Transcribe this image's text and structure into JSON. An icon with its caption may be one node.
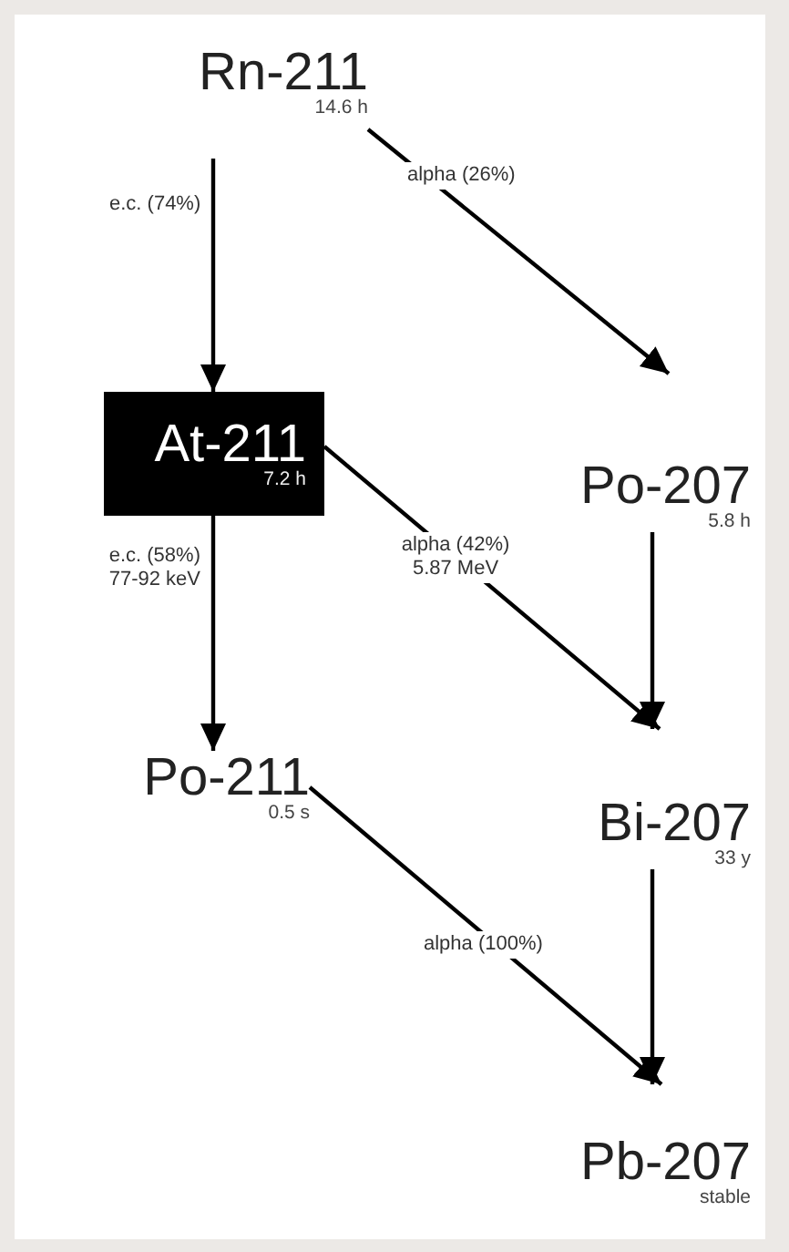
{
  "diagram": {
    "nodes": [
      {
        "text": [
          "Rn-211",
          "14.6 h"
        ]
      },
      {
        "text": [
          "At-211",
          "7.2 h"
        ]
      },
      {
        "text": [
          "Po-207",
          "5.8 h"
        ]
      },
      {
        "text": [
          "Po-211",
          "0.5 s"
        ]
      },
      {
        "text": [
          "Bi-207",
          "33 y"
        ]
      },
      {
        "text": [
          "Pb-207",
          "stable"
        ]
      }
    ],
    "edges": [
      {
        "from": 0,
        "to": 1,
        "arrow": "to",
        "label": "e.c. (74%)"
      },
      {
        "from": 0,
        "to": 2,
        "arrow": "to",
        "label": "alpha (26%)"
      },
      {
        "from": 1,
        "to": 3,
        "arrow": "to",
        "label": "e.c. (58%) 77-92 keV"
      },
      {
        "from": 1,
        "to": 4,
        "arrow": "to",
        "label": "alpha (42%) 5.87 MeV"
      },
      {
        "from": 2,
        "to": 4,
        "arrow": "to"
      },
      {
        "from": 3,
        "to": 5,
        "arrow": "to",
        "label": "alpha (100%)"
      },
      {
        "from": 4,
        "to": 5,
        "arrow": "to"
      }
    ]
  }
}
